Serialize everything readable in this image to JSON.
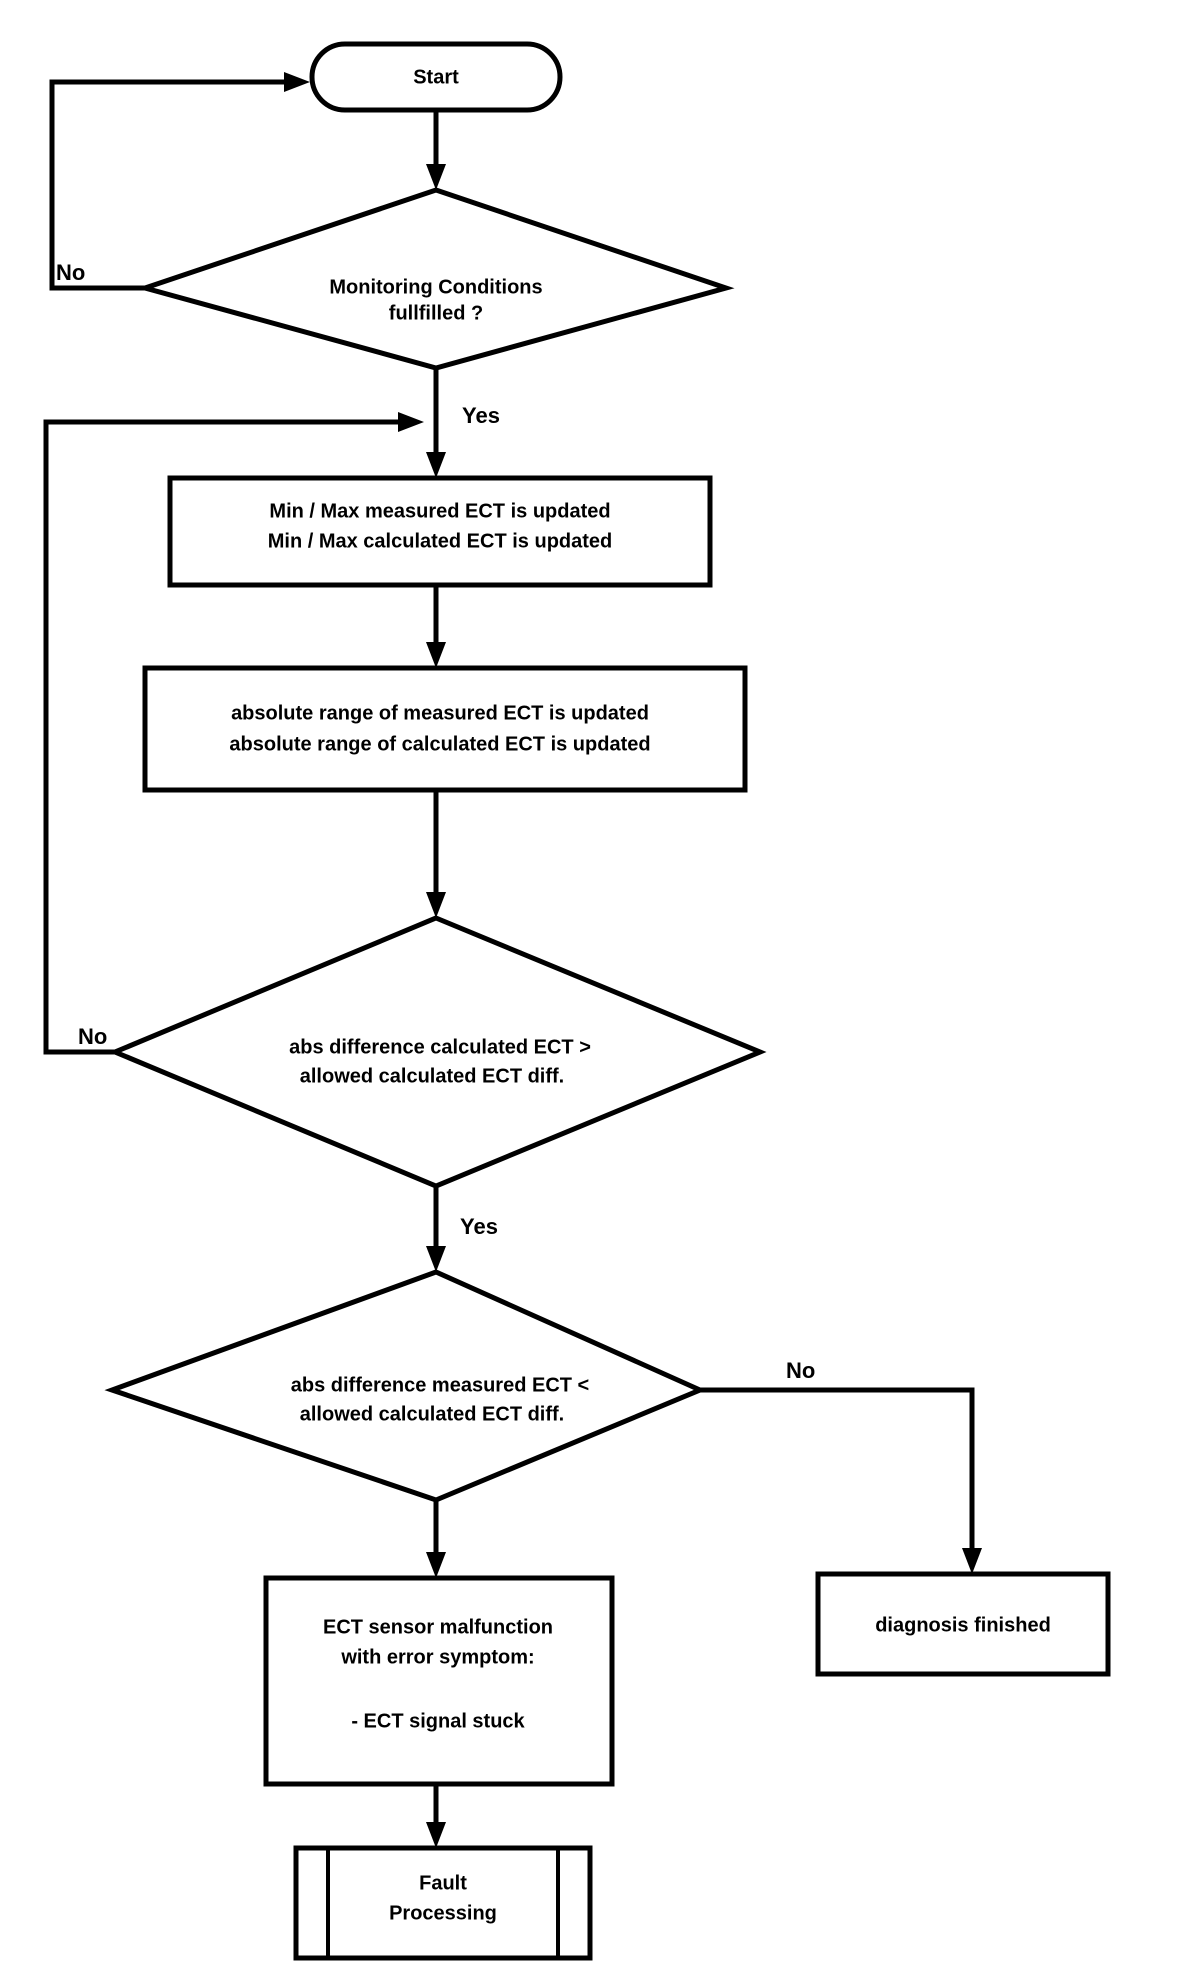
{
  "diagram": {
    "title": "ECT sensor plausibility diagnosis flowchart",
    "colors": {
      "background": "#ffffff",
      "stroke": "#000000",
      "text": "#000000"
    },
    "nodes": {
      "start": {
        "shape": "terminator",
        "label": "Start"
      },
      "decision_monitoring": {
        "shape": "decision",
        "line1": "Monitoring Conditions",
        "line2": "fullfilled ?"
      },
      "process_minmax": {
        "shape": "process",
        "line1": "Min / Max measured ECT is updated",
        "line2": "Min / Max calculated ECT is updated"
      },
      "process_absrange": {
        "shape": "process",
        "line1": "absolute range of measured ECT is updated",
        "line2": "absolute range of calculated ECT is updated"
      },
      "decision_calc_diff": {
        "shape": "decision",
        "line1": "abs difference calculated ECT  >",
        "line2": "allowed calculated ECT diff."
      },
      "decision_meas_diff": {
        "shape": "decision",
        "line1": "abs difference measured ECT  <",
        "line2": "allowed calculated ECT diff."
      },
      "process_malfunction": {
        "shape": "process",
        "line1": "ECT sensor malfunction",
        "line2": "with error symptom:",
        "line3": "",
        "line4": "- ECT signal stuck"
      },
      "process_diagnosis_finished": {
        "shape": "process",
        "label": "diagnosis finished"
      },
      "predefined_fault_processing": {
        "shape": "predefined-process",
        "line1": "Fault",
        "line2": "Processing"
      }
    },
    "edge_labels": {
      "monitoring_no": "No",
      "monitoring_yes": "Yes",
      "calc_diff_no": "No",
      "calc_diff_yes": "Yes",
      "meas_diff_no": "No"
    }
  }
}
